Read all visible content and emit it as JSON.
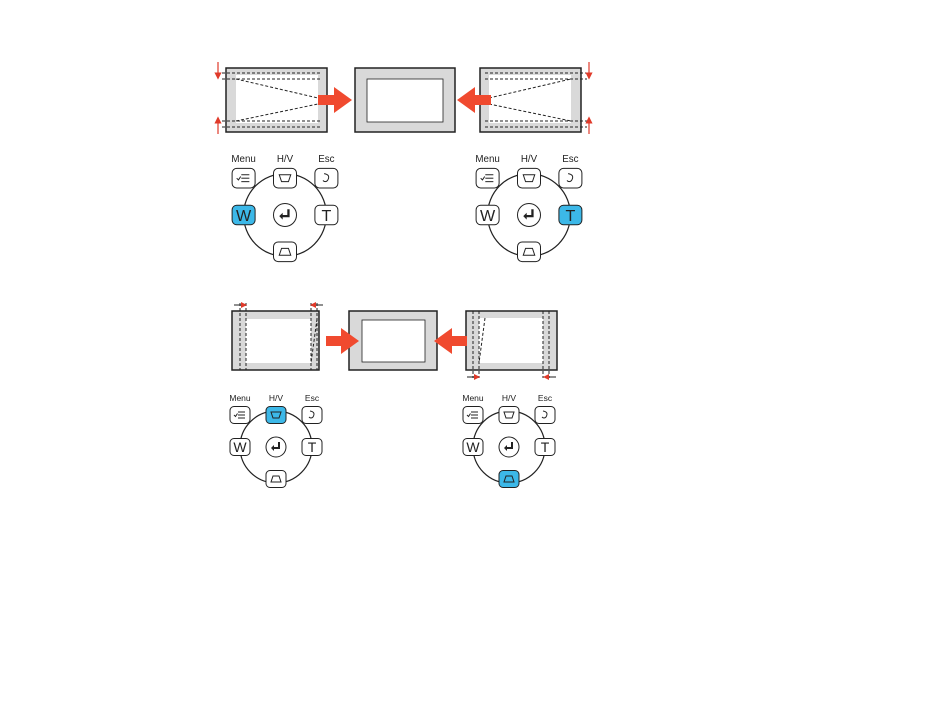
{
  "colors": {
    "highlight": "#3cb8e8",
    "arrow": "#f04a2f",
    "panel_fill": "#d9d9d9",
    "outline": "#222222",
    "indicator": "#e03a2a"
  },
  "diagrams": [
    {
      "name": "vertical-keystone",
      "panels": [
        "shape-top-wide",
        "shape-corrected",
        "shape-bottom-wide"
      ],
      "direction_arrows": [
        "arrow-right",
        "arrow-left"
      ]
    },
    {
      "name": "horizontal-keystone",
      "panels": [
        "shape-left-wide",
        "shape-corrected",
        "shape-right-wide"
      ],
      "direction_arrows": [
        "arrow-right",
        "arrow-left"
      ]
    }
  ],
  "control_panels": [
    {
      "labels": {
        "menu": "Menu",
        "hv": "H/V",
        "esc": "Esc"
      },
      "keys": {
        "w": "W",
        "t": "T"
      },
      "icons": {
        "menu": "menu-list-icon",
        "hv": "keystone-up-icon",
        "esc": "return-icon",
        "enter": "enter-icon",
        "down": "keystone-down-icon"
      },
      "highlighted": "w"
    },
    {
      "labels": {
        "menu": "Menu",
        "hv": "H/V",
        "esc": "Esc"
      },
      "keys": {
        "w": "W",
        "t": "T"
      },
      "icons": {
        "menu": "menu-list-icon",
        "hv": "keystone-up-icon",
        "esc": "return-icon",
        "enter": "enter-icon",
        "down": "keystone-down-icon"
      },
      "highlighted": "t"
    },
    {
      "labels": {
        "menu": "Menu",
        "hv": "H/V",
        "esc": "Esc"
      },
      "keys": {
        "w": "W",
        "t": "T"
      },
      "icons": {
        "menu": "menu-list-icon",
        "hv": "keystone-up-icon",
        "esc": "return-icon",
        "enter": "enter-icon",
        "down": "keystone-down-icon"
      },
      "highlighted": "up"
    },
    {
      "labels": {
        "menu": "Menu",
        "hv": "H/V",
        "esc": "Esc"
      },
      "keys": {
        "w": "W",
        "t": "T"
      },
      "icons": {
        "menu": "menu-list-icon",
        "hv": "keystone-up-icon",
        "esc": "return-icon",
        "enter": "enter-icon",
        "down": "keystone-down-icon"
      },
      "highlighted": "down"
    }
  ]
}
